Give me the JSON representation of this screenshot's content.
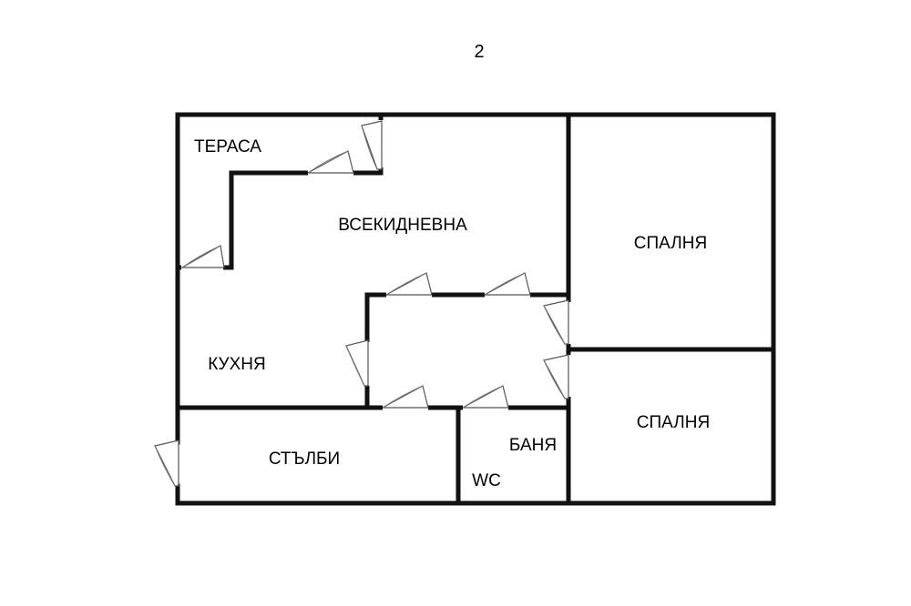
{
  "floor_number": "2",
  "rooms": {
    "terrace": "ТЕРАСА",
    "living_room": "ВСЕКИДНЕВНА",
    "bedroom_1": "СПАЛНЯ",
    "bedroom_2": "СПАЛНЯ",
    "kitchen": "КУХНЯ",
    "stairs": "СТЪЛБИ",
    "bathroom": "БАНЯ",
    "wc": "WC"
  },
  "colors": {
    "wall": "#111111",
    "background": "#ffffff"
  }
}
